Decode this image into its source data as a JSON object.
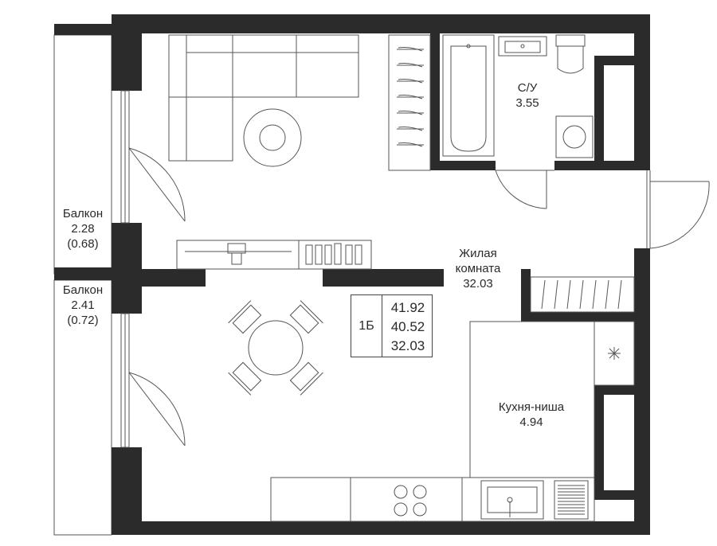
{
  "rooms": {
    "bathroom": {
      "name": "С/У",
      "area": "3.55"
    },
    "living": {
      "name_line1": "Жилая",
      "name_line2": "комната",
      "area": "32.03"
    },
    "kitchen": {
      "name": "Кухня-ниша",
      "area": "4.94"
    },
    "balcony_top": {
      "name": "Балкон",
      "area": "2.28",
      "reduced_area": "(0.68)"
    },
    "balcony_bottom": {
      "name": "Балкон",
      "area": "2.41",
      "reduced_area": "(0.72)"
    }
  },
  "apartment": {
    "type": "1Б",
    "total_area": "41.92",
    "area_without_balconies": "40.52",
    "living_area": "32.03"
  },
  "colors": {
    "wall": "#2b2b2b",
    "line": "#555555",
    "background": "#ffffff"
  }
}
